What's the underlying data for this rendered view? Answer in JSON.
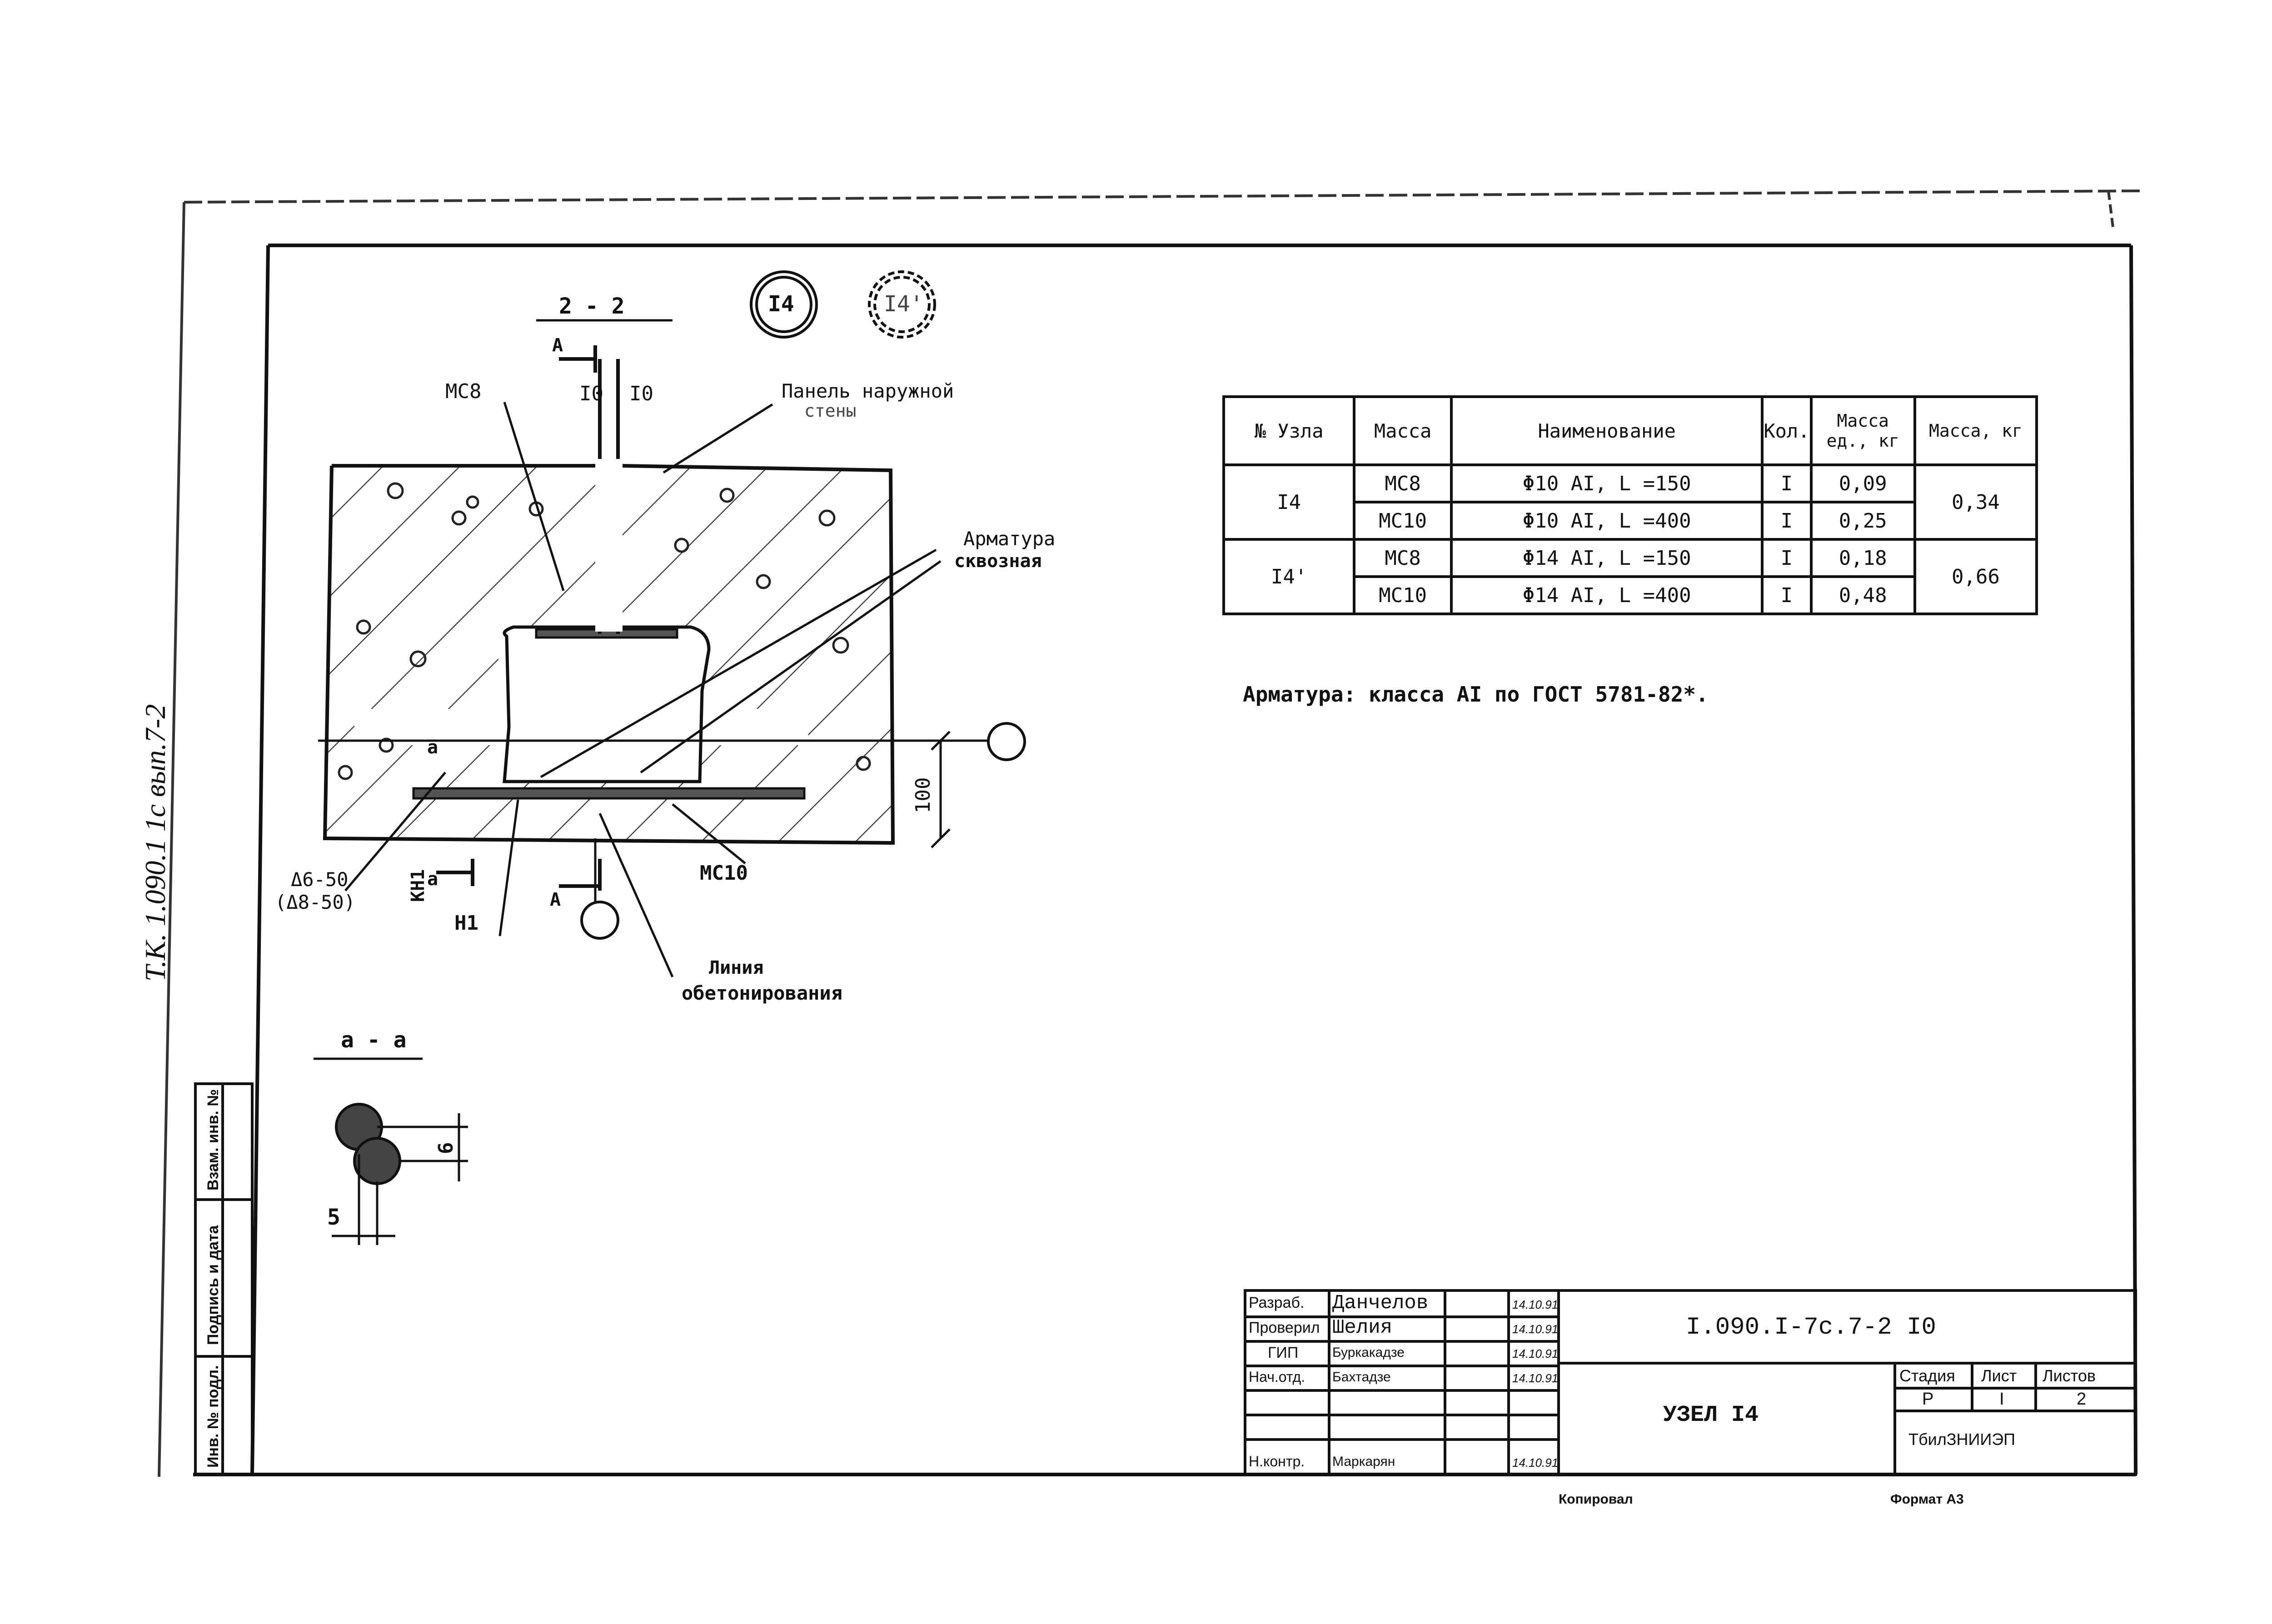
{
  "side_stamp": "T.K. 1.090.1 1c вып.7-2",
  "drawing": {
    "section_title": "2 - 2",
    "node_marks": [
      "I4",
      "I4'"
    ],
    "label_mc8": "МС8",
    "label_io_1": "I0",
    "label_io_2": "I0",
    "label_panel_1": "Панель наружной",
    "label_panel_2": "стены",
    "label_arm_1": "Арматура",
    "label_arm_2": "сквозная",
    "label_a_top": "А",
    "label_a_bottom": "А",
    "label_mc10": "МС10",
    "label_dim_100": "100",
    "label_weld_1": "Δ6-50",
    "label_weld_2": "(Δ8-50)",
    "label_kn1": "КН1",
    "label_h1": "Н1",
    "label_a_small": "а",
    "label_a_small_2": "а",
    "label_beton_1": "Линия",
    "label_beton_2": "обетонирования",
    "aa_title": "а - а",
    "aa_dim_6": "6",
    "aa_dim_5": "5"
  },
  "spec_table": {
    "headers": [
      "№ Узла",
      "Масса",
      "Наименование",
      "Кол.",
      "Масса ед., кг",
      "Масса, кг"
    ],
    "rows": [
      {
        "node": "I4",
        "mark": "МС8",
        "name": "Φ10 AI, L =150",
        "qty": "I",
        "unit_mass": "0,09",
        "total": "0,34"
      },
      {
        "node": "",
        "mark": "МС10",
        "name": "Φ10 AI, L =400",
        "qty": "I",
        "unit_mass": "0,25",
        "total": ""
      },
      {
        "node": "I4'",
        "mark": "МС8",
        "name": "Φ14 AI, L =150",
        "qty": "I",
        "unit_mass": "0,18",
        "total": "0,66"
      },
      {
        "node": "",
        "mark": "МС10",
        "name": "Φ14 AI, L =400",
        "qty": "I",
        "unit_mass": "0,48",
        "total": ""
      }
    ]
  },
  "note": "Арматура: класса AI по ГОСТ 5781-82*.",
  "title_block": {
    "roles": [
      "Разраб.",
      "Проверил",
      "ГИП",
      "Нач.отд.",
      "",
      "",
      "Н.контр."
    ],
    "names": [
      "Данчелов",
      "Шелия",
      "Буркакадзе",
      "Бахтадзе",
      "",
      "",
      "Маркарян"
    ],
    "dates": [
      "14.10.91",
      "14.10.91",
      "14.10.91",
      "14.10.91",
      "",
      "",
      "14.10.91"
    ],
    "doc_code": "I.090.I-7с.7-2 I0",
    "doc_title": "УЗЕЛ I4",
    "stage_label": "Стадия",
    "sheet_label": "Лист",
    "sheets_label": "Листов",
    "stage": "Р",
    "sheet": "I",
    "sheets": "2",
    "org": "ТбилЗНИИЭП"
  },
  "left_strip": [
    "Инв. № подл.",
    "Подпись и дата",
    "Взам. инв. №"
  ],
  "footer": {
    "copied": "Копировал",
    "format": "Формат А3"
  }
}
